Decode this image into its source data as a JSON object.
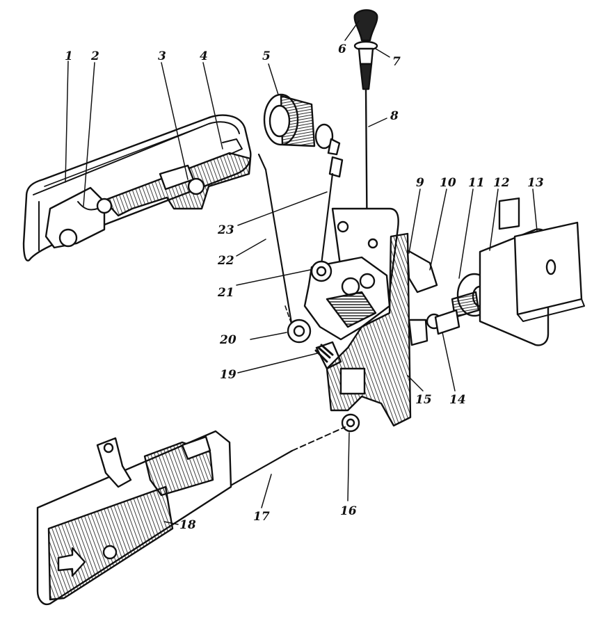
{
  "diagram": {
    "callouts": [
      "1",
      "2",
      "3",
      "4",
      "5",
      "6",
      "7",
      "8",
      "9",
      "10",
      "11",
      "12",
      "13",
      "14",
      "15",
      "16",
      "17",
      "18",
      "19",
      "20",
      "21",
      "22",
      "23"
    ],
    "colors": {
      "ink": "#111111",
      "paper": "#ffffff",
      "shade": "#bdbdbd"
    }
  }
}
